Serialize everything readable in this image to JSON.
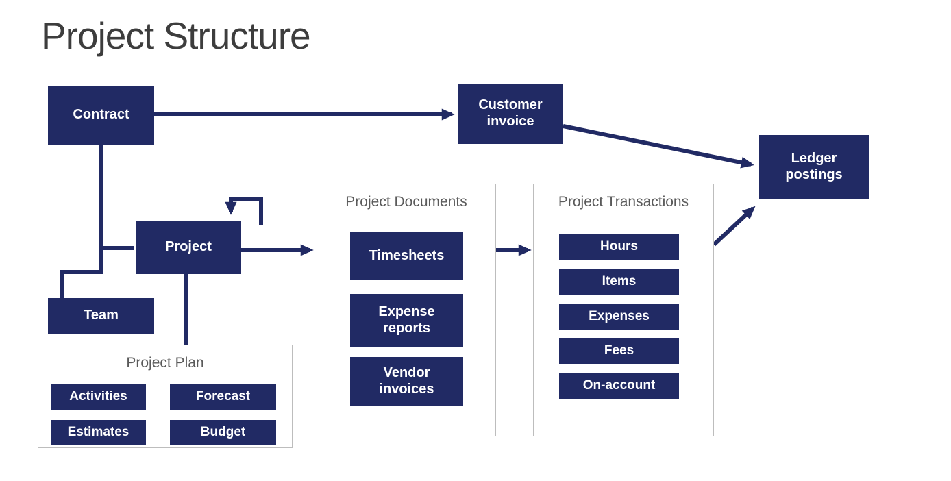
{
  "title": "Project Structure",
  "colors": {
    "box_navy": "#212a64",
    "box_text": "#ffffff",
    "container_border": "#bdbdbd",
    "container_label": "#5a5a5a",
    "title": "#3d3d3d",
    "background": "#ffffff"
  },
  "nodes": {
    "contract": "Contract",
    "customer_invoice": "Customer invoice",
    "ledger_postings": "Ledger postings",
    "project": "Project",
    "team": "Team"
  },
  "groups": {
    "project_plan": {
      "label": "Project Plan",
      "items": [
        "Activities",
        "Forecast",
        "Estimates",
        "Budget"
      ]
    },
    "project_documents": {
      "label": "Project Documents",
      "items": [
        "Timesheets",
        "Expense reports",
        "Vendor invoices"
      ]
    },
    "project_transactions": {
      "label": "Project Transactions",
      "items": [
        "Hours",
        "Items",
        "Expenses",
        "Fees",
        "On-account"
      ]
    }
  },
  "connections": [
    {
      "from": "Contract",
      "to": "Customer invoice",
      "type": "arrow"
    },
    {
      "from": "Customer invoice",
      "to": "Ledger postings",
      "type": "arrow"
    },
    {
      "from": "Contract",
      "to": "Project",
      "type": "line"
    },
    {
      "from": "Contract",
      "to": "Team",
      "type": "line"
    },
    {
      "from": "Project",
      "to": "Project",
      "type": "self-loop-arrow"
    },
    {
      "from": "Project",
      "to": "Project Plan",
      "type": "line"
    },
    {
      "from": "Project",
      "to": "Project Documents",
      "type": "arrow"
    },
    {
      "from": "Project Documents",
      "to": "Project Transactions",
      "type": "arrow"
    },
    {
      "from": "Project Transactions",
      "to": "Ledger postings",
      "type": "arrow"
    }
  ]
}
